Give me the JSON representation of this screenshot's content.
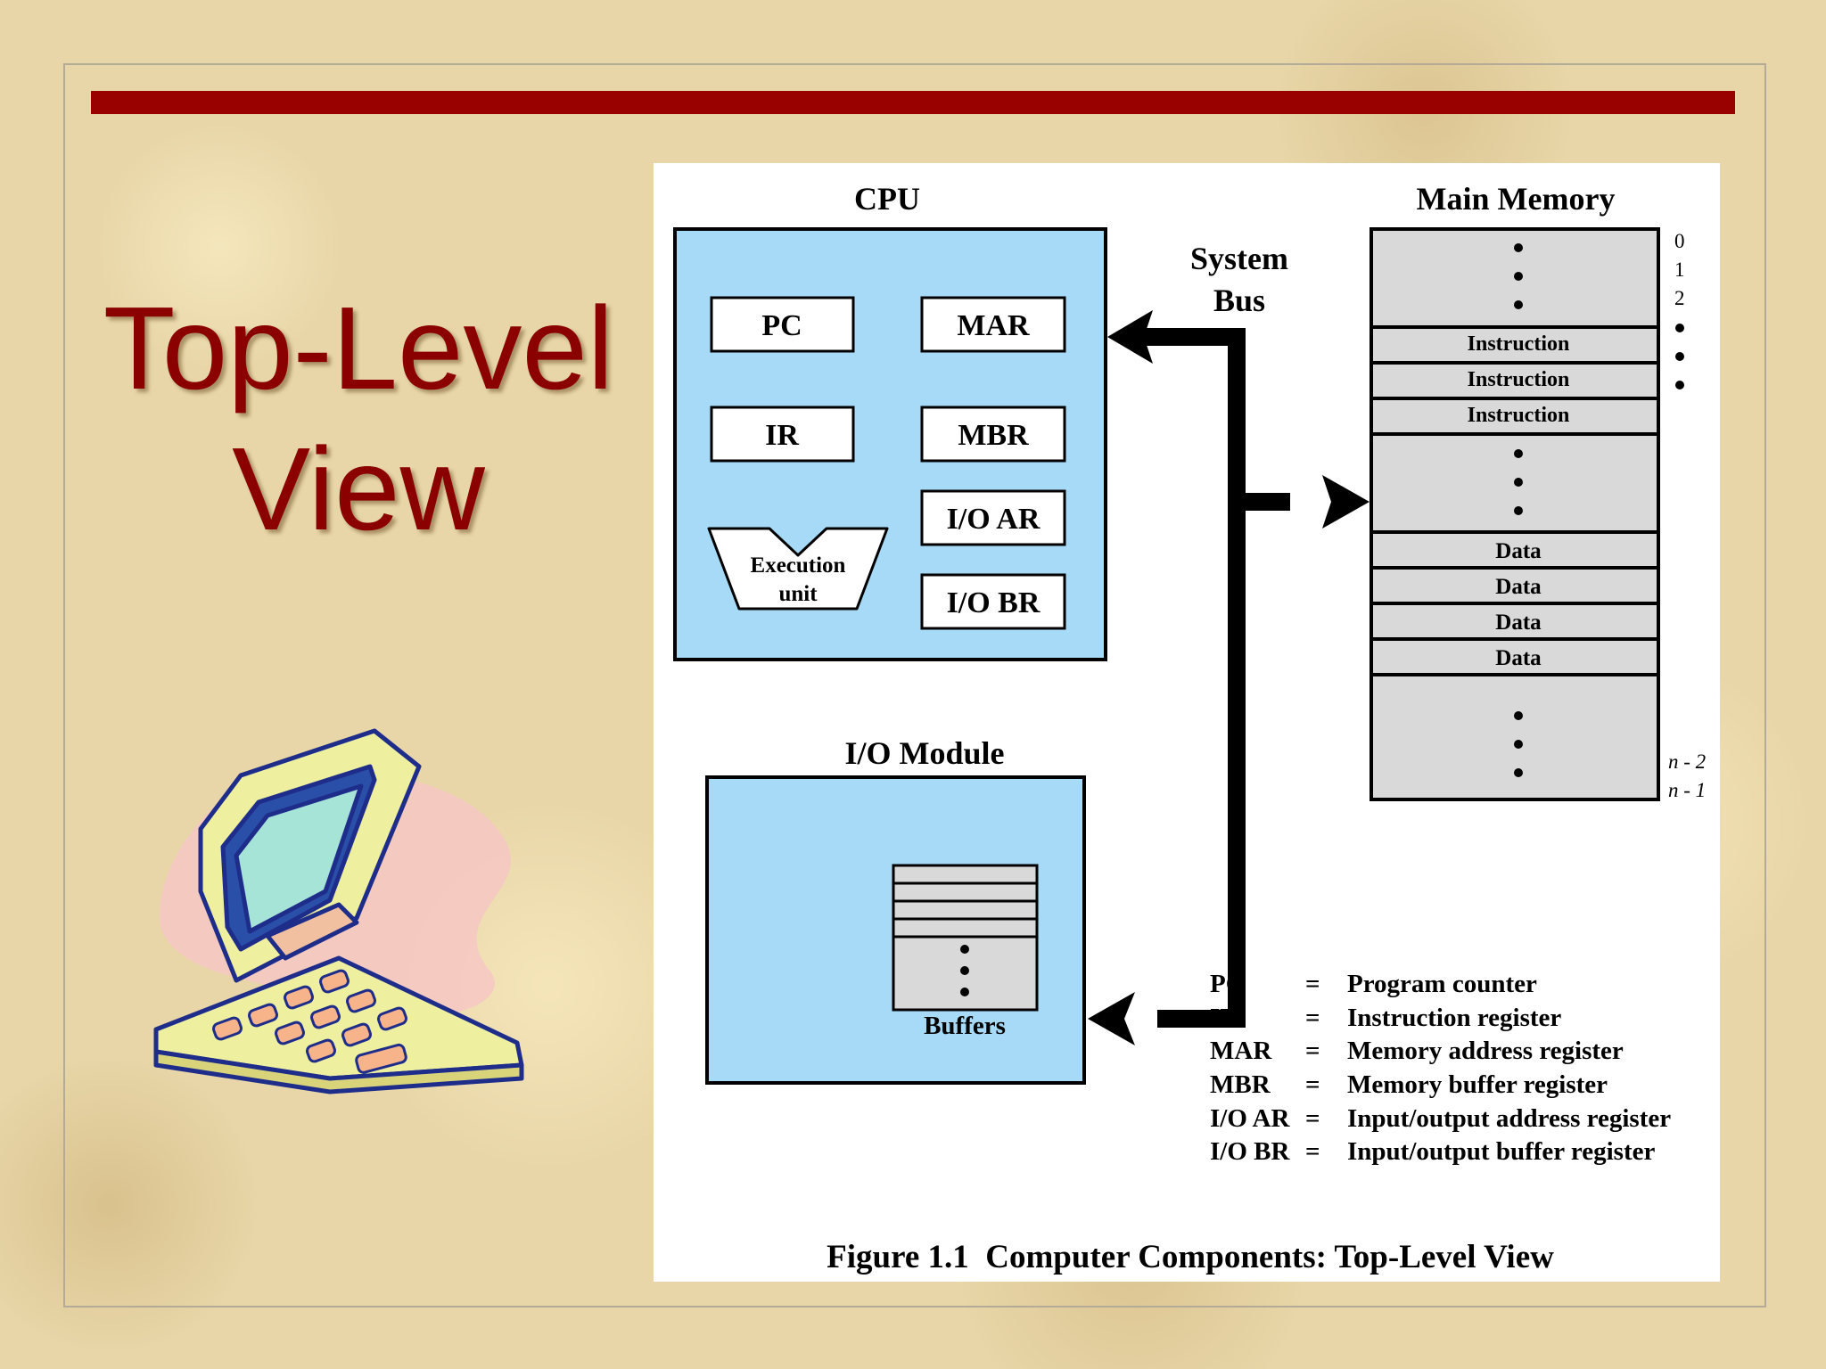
{
  "slide": {
    "title_line1": "Top-Level",
    "title_line2": "View",
    "accent_color": "#990000",
    "clipart_icon": "computer-clipart-icon"
  },
  "diagram": {
    "cpu": {
      "label": "CPU",
      "registers": [
        "PC",
        "MAR",
        "IR",
        "MBR",
        "I/O AR",
        "I/O BR"
      ],
      "execution_unit_line1": "Execution",
      "execution_unit_line2": "unit",
      "fill_color": "#a6daf7"
    },
    "system_bus": {
      "line1": "System",
      "line2": "Bus"
    },
    "main_memory": {
      "label": "Main Memory",
      "instructions": [
        "Instruction",
        "Instruction",
        "Instruction"
      ],
      "data": [
        "Data",
        "Data",
        "Data",
        "Data"
      ],
      "addresses_top": [
        "0",
        "1",
        "2"
      ],
      "addresses_bottom": [
        "n - 2",
        "n - 1"
      ],
      "cell_color": "#d9d9d9"
    },
    "io_module": {
      "label": "I/O Module",
      "buffers_label": "Buffers"
    },
    "legend": [
      {
        "abbr": "PC",
        "eq": "=",
        "meaning": "Program counter"
      },
      {
        "abbr": "IR",
        "eq": "=",
        "meaning": "Instruction register"
      },
      {
        "abbr": "MAR",
        "eq": "=",
        "meaning": "Memory address register"
      },
      {
        "abbr": "MBR",
        "eq": "=",
        "meaning": "Memory buffer register"
      },
      {
        "abbr": "I/O AR",
        "eq": "=",
        "meaning": "Input/output address register"
      },
      {
        "abbr": "I/O BR",
        "eq": "=",
        "meaning": "Input/output buffer register"
      }
    ],
    "caption": "Figure 1.1  Computer Components: Top-Level View"
  }
}
